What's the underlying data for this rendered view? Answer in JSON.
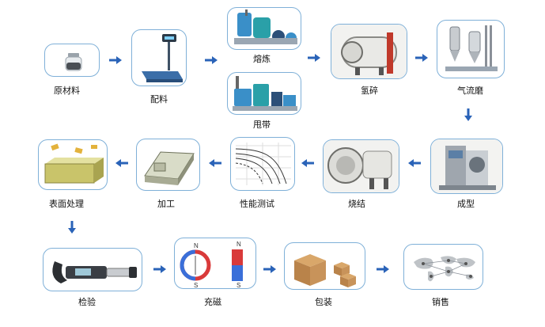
{
  "steps": {
    "raw_material": "原材料",
    "batching": "配料",
    "smelting": "熔炼",
    "strip_casting": "甩带",
    "hydrogen_decrepitation": "氢碎",
    "jet_milling": "气流磨",
    "forming": "成型",
    "sintering": "烧结",
    "performance_test": "性能测试",
    "machining": "加工",
    "surface_treatment": "表面处理",
    "inspection": "检验",
    "magnetizing": "充磁",
    "packaging": "包装",
    "sales": "销售"
  },
  "pictograms": {
    "north_pole": "N",
    "south_pole": "S"
  },
  "colors": {
    "box_border": "#7fb0d8",
    "arrow": "#2a63b8",
    "machine_blue": "#3a8fc8",
    "machine_teal": "#2aa0a8"
  }
}
